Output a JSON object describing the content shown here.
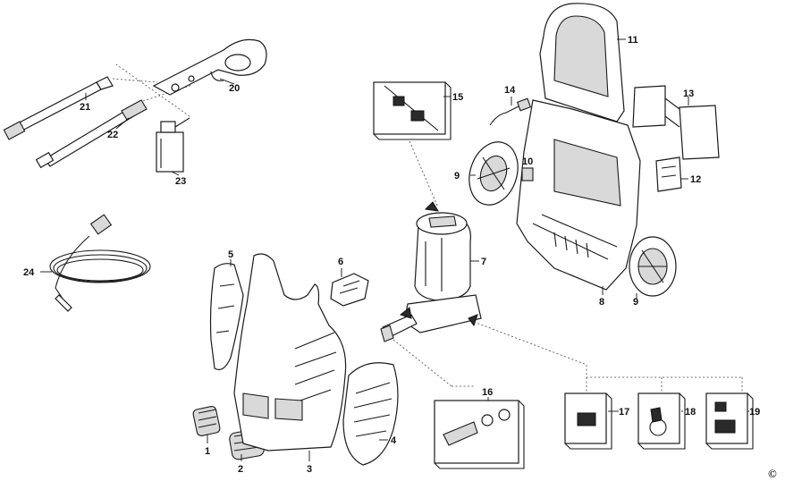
{
  "parts": [
    {
      "id": "1",
      "label": "1"
    },
    {
      "id": "2",
      "label": "2"
    },
    {
      "id": "3",
      "label": "3"
    },
    {
      "id": "4",
      "label": "4"
    },
    {
      "id": "5",
      "label": "5"
    },
    {
      "id": "6",
      "label": "6"
    },
    {
      "id": "7",
      "label": "7"
    },
    {
      "id": "8",
      "label": "8"
    },
    {
      "id": "9a",
      "label": "9"
    },
    {
      "id": "9b",
      "label": "9"
    },
    {
      "id": "10",
      "label": "10"
    },
    {
      "id": "11",
      "label": "11"
    },
    {
      "id": "12",
      "label": "12"
    },
    {
      "id": "13",
      "label": "13"
    },
    {
      "id": "14",
      "label": "14"
    },
    {
      "id": "15",
      "label": "15"
    },
    {
      "id": "16",
      "label": "16"
    },
    {
      "id": "17",
      "label": "17"
    },
    {
      "id": "18",
      "label": "18"
    },
    {
      "id": "19",
      "label": "19"
    },
    {
      "id": "20",
      "label": "20"
    },
    {
      "id": "21",
      "label": "21"
    },
    {
      "id": "22",
      "label": "22"
    },
    {
      "id": "23",
      "label": "23"
    },
    {
      "id": "24",
      "label": "24"
    }
  ],
  "copyright": "©"
}
